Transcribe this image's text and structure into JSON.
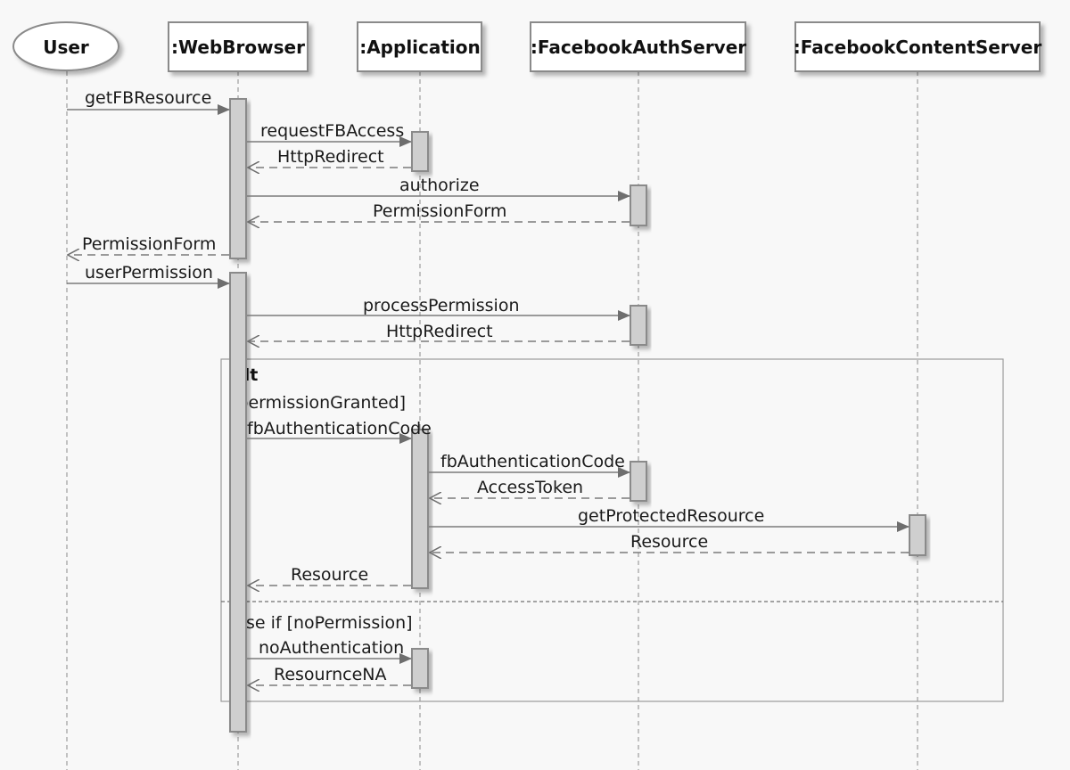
{
  "participants": [
    {
      "id": "user",
      "label": "User",
      "shape": "actor-ellipse"
    },
    {
      "id": "browser",
      "label": ":WebBrowser",
      "shape": "box"
    },
    {
      "id": "app",
      "label": ":Application",
      "shape": "box"
    },
    {
      "id": "auth",
      "label": ":FacebookAuthServer",
      "shape": "box"
    },
    {
      "id": "content",
      "label": ":FacebookContentServer",
      "shape": "box"
    }
  ],
  "messages": [
    {
      "from": "user",
      "to": "browser",
      "label": "getFBResource",
      "kind": "call"
    },
    {
      "from": "browser",
      "to": "app",
      "label": "requestFBAccess",
      "kind": "call"
    },
    {
      "from": "app",
      "to": "browser",
      "label": "HttpRedirect",
      "kind": "return"
    },
    {
      "from": "browser",
      "to": "auth",
      "label": "authorize",
      "kind": "call"
    },
    {
      "from": "auth",
      "to": "browser",
      "label": "PermissionForm",
      "kind": "return"
    },
    {
      "from": "browser",
      "to": "user",
      "label": "PermissionForm",
      "kind": "return"
    },
    {
      "from": "user",
      "to": "browser",
      "label": "userPermission",
      "kind": "call"
    },
    {
      "from": "browser",
      "to": "auth",
      "label": "processPermission",
      "kind": "call"
    },
    {
      "from": "auth",
      "to": "browser",
      "label": "HttpRedirect",
      "kind": "return"
    },
    {
      "from": "browser",
      "to": "app",
      "label": "fbAuthenticationCode",
      "kind": "call"
    },
    {
      "from": "app",
      "to": "auth",
      "label": "fbAuthenticationCode",
      "kind": "call"
    },
    {
      "from": "auth",
      "to": "app",
      "label": "AccessToken",
      "kind": "return"
    },
    {
      "from": "app",
      "to": "content",
      "label": "getProtectedResource",
      "kind": "call"
    },
    {
      "from": "content",
      "to": "app",
      "label": "Resource",
      "kind": "return"
    },
    {
      "from": "app",
      "to": "browser",
      "label": "Resource",
      "kind": "return"
    },
    {
      "from": "browser",
      "to": "app",
      "label": "noAuthentication",
      "kind": "call"
    },
    {
      "from": "app",
      "to": "browser",
      "label": "ResournceNA",
      "kind": "return"
    }
  ],
  "fragment": {
    "operator": "Alt",
    "guard_1": "[permissionGranted]",
    "guard_2": "else if [noPermission]"
  },
  "colors": {
    "line": "#7a7a7a",
    "activation_fill": "#cfcfcf",
    "box_fill": "#ffffff",
    "background": "#f8f8f8"
  }
}
